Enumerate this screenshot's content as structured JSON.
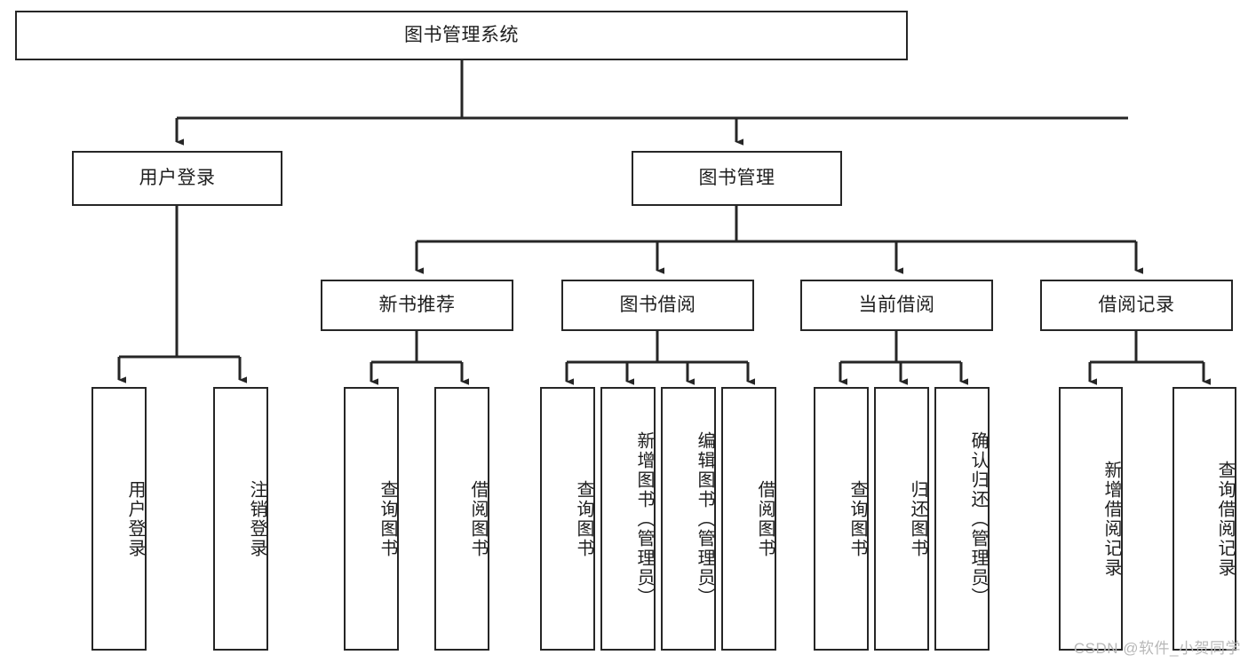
{
  "diagram": {
    "type": "tree-hierarchy",
    "title": "图书管理系统",
    "watermark": "CSDN @软件_小贺同学",
    "colors": {
      "box_border": "#262626",
      "box_fill": "#ffffff",
      "connector": "#262626",
      "text": "#1f1f1f",
      "watermark": "#b8b8b8"
    },
    "nodes": {
      "root": {
        "label": "图书管理系统"
      },
      "level2": [
        {
          "id": "user_login",
          "label": "用户登录"
        },
        {
          "id": "book_manage",
          "label": "图书管理"
        }
      ],
      "level3": [
        {
          "id": "new_book_rec",
          "label": "新书推荐"
        },
        {
          "id": "book_borrow",
          "label": "图书借阅"
        },
        {
          "id": "current_borrow",
          "label": "当前借阅"
        },
        {
          "id": "borrow_record",
          "label": "借阅记录"
        }
      ],
      "leaves": {
        "user_login": [
          {
            "id": "leaf_user_login",
            "label": "用户登录"
          },
          {
            "id": "leaf_user_logout",
            "label": "注销登录"
          }
        ],
        "new_book_rec": [
          {
            "id": "leaf_query_book_1",
            "label": "查询图书"
          },
          {
            "id": "leaf_borrow_book_1",
            "label": "借阅图书"
          }
        ],
        "book_borrow": [
          {
            "id": "leaf_query_book_2",
            "label": "查询图书"
          },
          {
            "id": "leaf_add_book",
            "label": "新增图书（管理员）"
          },
          {
            "id": "leaf_edit_book",
            "label": "编辑图书（管理员）"
          },
          {
            "id": "leaf_borrow_book_2",
            "label": "借阅图书"
          }
        ],
        "current_borrow": [
          {
            "id": "leaf_query_book_3",
            "label": "查询图书"
          },
          {
            "id": "leaf_return_book",
            "label": "归还图书"
          },
          {
            "id": "leaf_confirm_return",
            "label": "确认归还（管理员）"
          }
        ],
        "borrow_record": [
          {
            "id": "leaf_add_record",
            "label": "新增借阅记录"
          },
          {
            "id": "leaf_query_record",
            "label": "查询借阅记录"
          }
        ]
      }
    }
  }
}
